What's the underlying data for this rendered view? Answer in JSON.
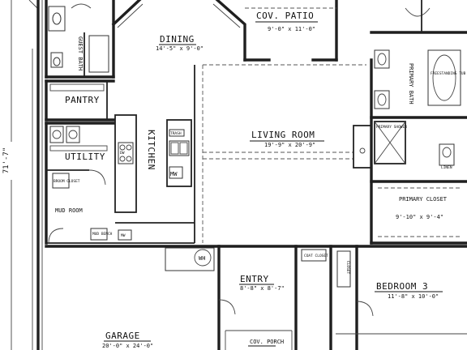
{
  "plan": {
    "overall_dimension": "71'-7\"",
    "rooms": [
      {
        "id": "dining",
        "name": "DINING",
        "size": "14'-5\" x 9'-0\""
      },
      {
        "id": "cov-patio",
        "name": "COV. PATIO",
        "size": "9'-0\" x 11'-0\""
      },
      {
        "id": "guest-bath",
        "name": "GUEST BATH",
        "size": ""
      },
      {
        "id": "pantry",
        "name": "PANTRY",
        "size": ""
      },
      {
        "id": "utility",
        "name": "UTILITY",
        "size": ""
      },
      {
        "id": "kitchen",
        "name": "KITCHEN",
        "size": ""
      },
      {
        "id": "living-room",
        "name": "LIVING ROOM",
        "size": "19'-9\" x 20'-9\""
      },
      {
        "id": "primary-bath",
        "name": "PRIMARY BATH",
        "size": ""
      },
      {
        "id": "primary-closet",
        "name": "PRIMARY CLOSET",
        "size": "9'-10\" x 9'-4\""
      },
      {
        "id": "mud-room",
        "name": "MUD ROOM",
        "size": ""
      },
      {
        "id": "entry",
        "name": "ENTRY",
        "size": "8'-8\" x 8'-7\""
      },
      {
        "id": "bedroom-3",
        "name": "BEDROOM 3",
        "size": "11'-8\" x 10'-0\""
      },
      {
        "id": "garage",
        "name": "GARAGE",
        "size": "20'-0\" x 24'-0\""
      },
      {
        "id": "cov-porch",
        "name": "COV. PORCH",
        "size": ""
      }
    ],
    "fixtures": {
      "linen": "LINEN",
      "mw": "MW",
      "wh": "WH",
      "coat_closet": "COAT CLOSET",
      "closet": "CLOSET",
      "broom_closet": "BROOM CLOSET",
      "freestanding_tub": "FREESTANDING TUB",
      "trash": "TRASH",
      "dw": "DW",
      "mud_bench": "MUD BENCH",
      "primary_shower": "PRIMARY SHOWER"
    }
  }
}
